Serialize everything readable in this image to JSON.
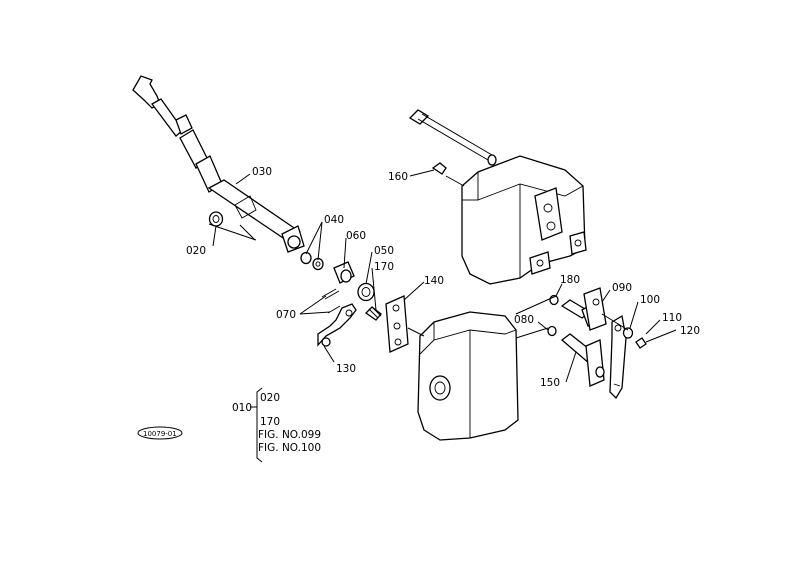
{
  "callouts": {
    "c030": "030",
    "c020": "020",
    "c040": "040",
    "c060": "060",
    "c050": "050",
    "c170": "170",
    "c140": "140",
    "c070": "070",
    "c130": "130",
    "c160": "160",
    "c180": "180",
    "c090": "090",
    "c100": "100",
    "c110": "110",
    "c120": "120",
    "c080": "080",
    "c150": "150"
  },
  "assembly_legend": {
    "group_label": "010",
    "items": [
      "020",
      "170",
      "FIG. NO.099",
      "FIG. NO.100"
    ]
  },
  "drawing_id": "10079-01"
}
